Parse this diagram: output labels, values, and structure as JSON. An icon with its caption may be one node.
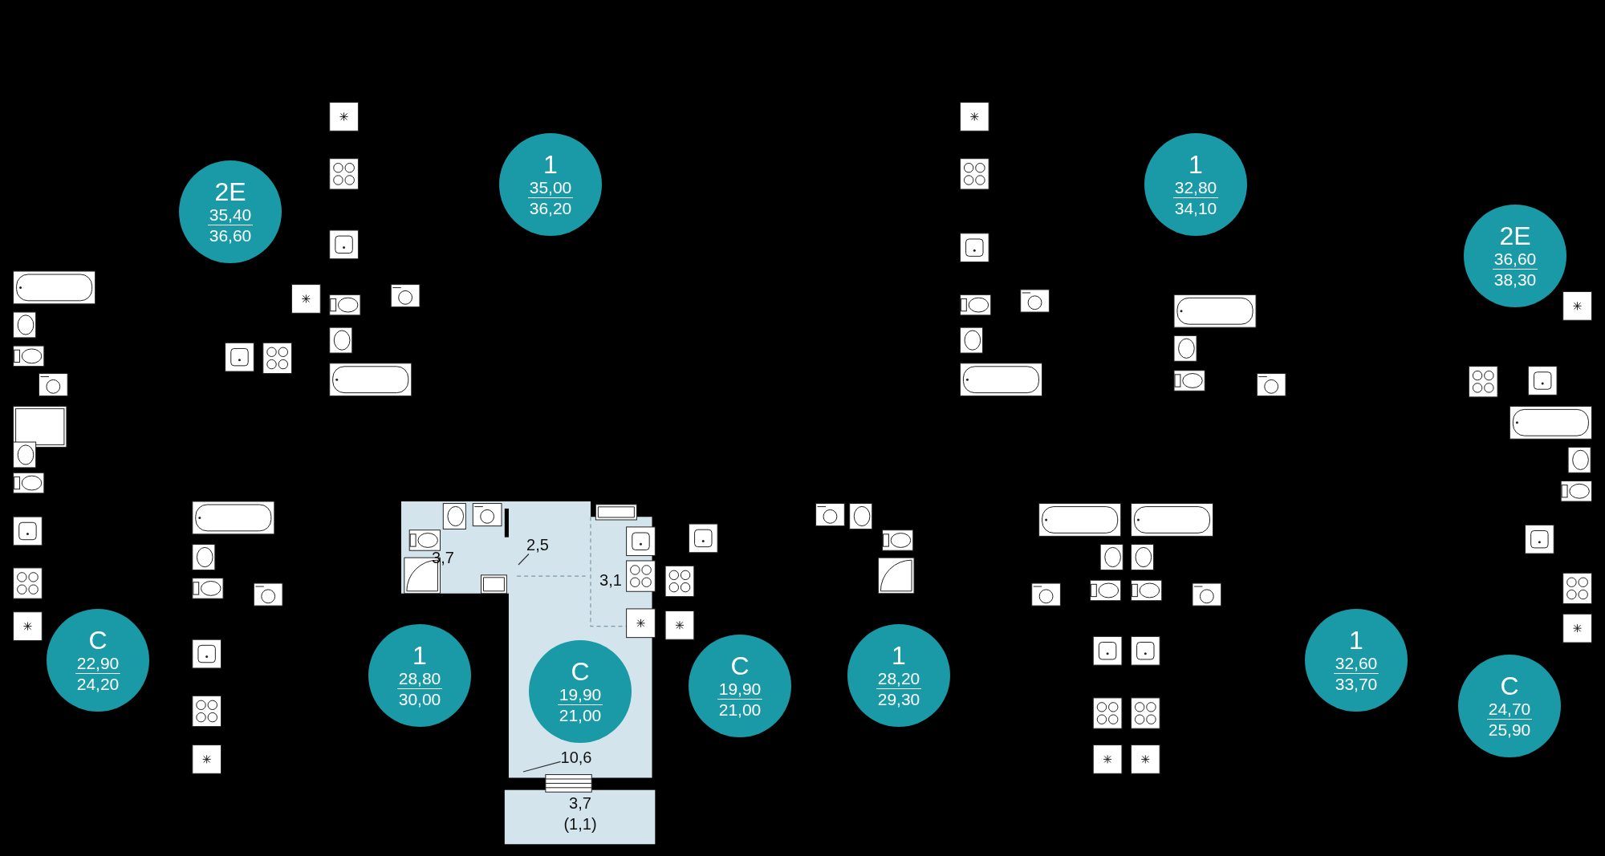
{
  "diagram": {
    "nodes": [
      {
        "text": [
          "2E",
          "35,40",
          "36,60"
        ]
      },
      {
        "text": [
          "1",
          "35,00",
          "36,20"
        ]
      },
      {
        "text": [
          "1",
          "32,80",
          "34,10"
        ]
      },
      {
        "text": [
          "2E",
          "36,60",
          "38,30"
        ]
      },
      {
        "text": [
          "C",
          "22,90",
          "24,20"
        ]
      },
      {
        "text": [
          "1",
          "28,80",
          "30,00"
        ]
      },
      {
        "text": [
          "C",
          "19,90",
          "21,00"
        ]
      },
      {
        "text": [
          "C",
          "19,90",
          "21,00"
        ]
      },
      {
        "text": [
          "1",
          "28,20",
          "29,30"
        ]
      },
      {
        "text": [
          "1",
          "32,60",
          "33,70"
        ]
      },
      {
        "text": [
          "C",
          "24,70",
          "25,90"
        ]
      },
      {
        "text": [
          "2,5"
        ]
      },
      {
        "text": [
          "10,6"
        ]
      }
    ],
    "edges": [
      {
        "from": 11,
        "to": null,
        "arrow": "none"
      },
      {
        "from": 12,
        "to": null,
        "arrow": "none"
      }
    ],
    "labels": [
      "3,7",
      "3,1",
      "3,7",
      "(1,1)"
    ]
  }
}
